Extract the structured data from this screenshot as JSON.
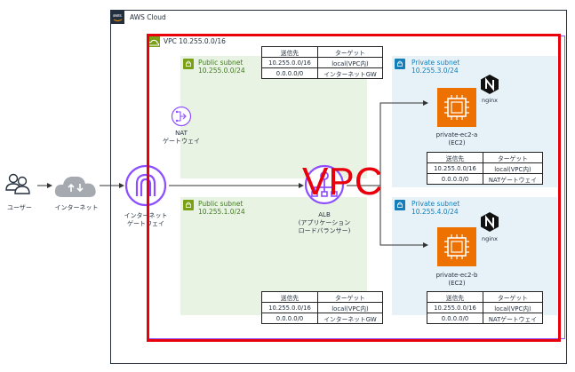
{
  "cloud": {
    "title": "AWS Cloud"
  },
  "vpc": {
    "title": "VPC 10.255.0.0/16",
    "overlay_text": "VPC",
    "highlight_color": "#e8000b"
  },
  "subnets": {
    "public_a": {
      "name": "Public subnet",
      "cidr": "10.255.0.0/24"
    },
    "public_b": {
      "name": "Public subnet",
      "cidr": "10.255.1.0/24"
    },
    "private_a": {
      "name": "Private subnet",
      "cidr": "10.255.3.0/24"
    },
    "private_b": {
      "name": "Private subnet",
      "cidr": "10.255.4.0/24"
    }
  },
  "nodes": {
    "user": {
      "label": "ユーザー",
      "icon": "users-icon"
    },
    "internet": {
      "label": "インターネット",
      "icon": "internet-cloud-icon"
    },
    "igw": {
      "label_line1": "インターネット",
      "label_line2": "ゲートウェイ",
      "icon": "internet-gateway-icon"
    },
    "nat": {
      "label_line1": "NAT",
      "label_line2": "ゲートウェイ",
      "icon": "nat-gateway-icon"
    },
    "alb": {
      "label_line1": "ALB",
      "label_line2": "(アプリケーション",
      "label_line3": "ロードバランサー)",
      "icon": "load-balancer-icon"
    },
    "ec2_a": {
      "label_line1": "private-ec2-a",
      "label_line2": "(EC2)",
      "badge": "nginx",
      "icon": "ec2-instance-icon"
    },
    "ec2_b": {
      "label_line1": "private-ec2-b",
      "label_line2": "(EC2)",
      "badge": "nginx",
      "icon": "ec2-instance-icon"
    }
  },
  "route_tables": {
    "public_top": {
      "headers": [
        "送信先",
        "ターゲット"
      ],
      "rows": [
        [
          "10.255.0.0/16",
          "local(VPC内)"
        ],
        [
          "0.0.0.0/0",
          "インターネットGW"
        ]
      ]
    },
    "public_bottom": {
      "headers": [
        "送信先",
        "ターゲット"
      ],
      "rows": [
        [
          "10.255.0.0/16",
          "local(VPC内)"
        ],
        [
          "0.0.0.0/0",
          "インターネットGW"
        ]
      ]
    },
    "private_a": {
      "headers": [
        "送信先",
        "ターゲット"
      ],
      "rows": [
        [
          "10.255.0.0/16",
          "local(VPC内)"
        ],
        [
          "0.0.0.0/0",
          "NATゲートウェイ"
        ]
      ]
    },
    "private_b": {
      "headers": [
        "送信先",
        "ターゲット"
      ],
      "rows": [
        [
          "10.255.0.0/16",
          "local(VPC内)"
        ],
        [
          "0.0.0.0/0",
          "NATゲートウェイ"
        ]
      ]
    }
  },
  "colors": {
    "public_fill": "#e9f3e4",
    "private_fill": "#e6f2f8",
    "aws_orange": "#ed7100",
    "igw_purple": "#8c4fff"
  }
}
